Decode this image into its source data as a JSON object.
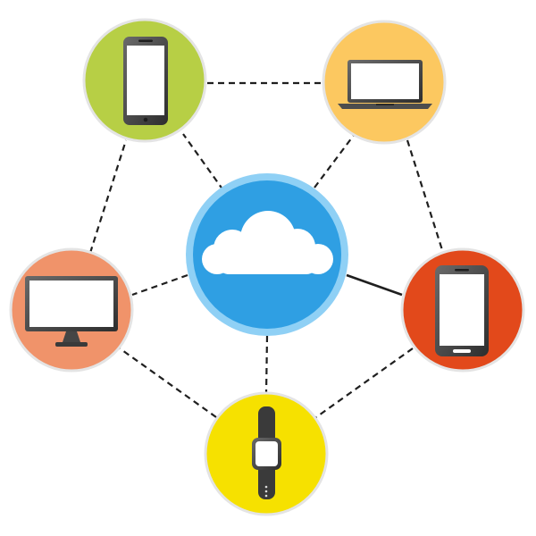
{
  "diagram": {
    "type": "hub-and-spoke",
    "hub": {
      "icon": "cloud-icon",
      "color": "#2f9fe3",
      "ring_color": "#8fd0f5"
    },
    "devices": [
      {
        "id": "smartphone-top-left",
        "icon": "smartphone-icon",
        "color": "#b7cf45"
      },
      {
        "id": "laptop-top-right",
        "icon": "laptop-icon",
        "color": "#fcc860"
      },
      {
        "id": "monitor-left",
        "icon": "monitor-icon",
        "color": "#f0936a"
      },
      {
        "id": "smartphone-right",
        "icon": "smartphone-icon",
        "color": "#e2491b"
      },
      {
        "id": "smartwatch-bottom",
        "icon": "smartwatch-icon",
        "color": "#f6e100"
      }
    ],
    "connections": {
      "hub_links": [
        {
          "to": "smartphone-top-left",
          "style": "dashed"
        },
        {
          "to": "laptop-top-right",
          "style": "dashed"
        },
        {
          "to": "monitor-left",
          "style": "dashed"
        },
        {
          "to": "smartphone-right",
          "style": "solid"
        },
        {
          "to": "smartwatch-bottom",
          "style": "dashed"
        }
      ],
      "ring_links": [
        {
          "from": "smartphone-top-left",
          "to": "laptop-top-right",
          "style": "dashed"
        },
        {
          "from": "laptop-top-right",
          "to": "smartphone-right",
          "style": "dashed"
        },
        {
          "from": "smartphone-right",
          "to": "smartwatch-bottom",
          "style": "dashed"
        },
        {
          "from": "smartwatch-bottom",
          "to": "monitor-left",
          "style": "dashed"
        },
        {
          "from": "monitor-left",
          "to": "smartphone-top-left",
          "style": "dashed"
        }
      ]
    },
    "colors": {
      "line": "#1f1f1f",
      "node_border": "#e4e4e4",
      "device_body": "#4a4a4a",
      "screen": "#ffffff"
    }
  }
}
